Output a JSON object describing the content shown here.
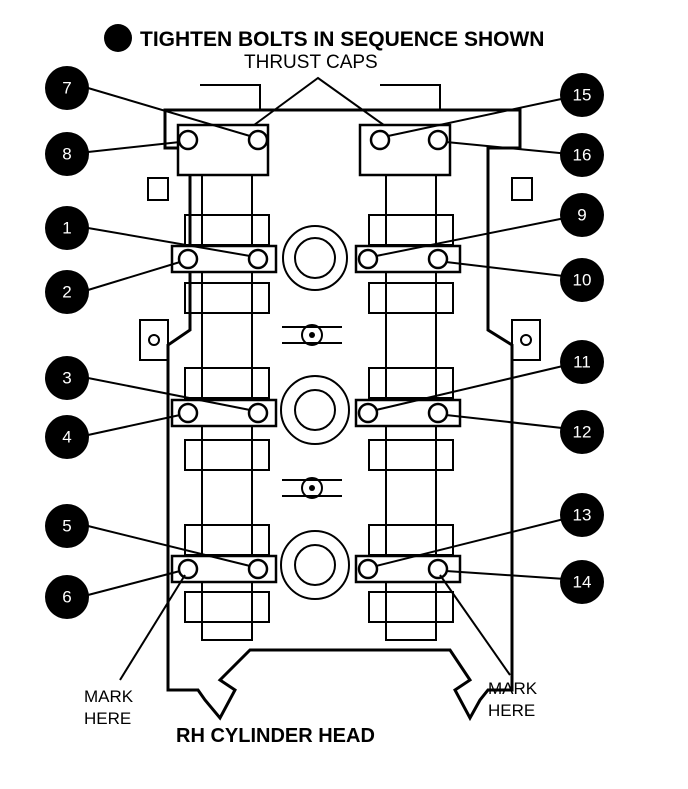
{
  "legend": {
    "marker_color": "#000000",
    "text": "TIGHTEN BOLTS IN SEQUENCE SHOWN"
  },
  "thrust_caps_label": "THRUST CAPS",
  "bolts": [
    {
      "n": "1",
      "side": "left"
    },
    {
      "n": "2",
      "side": "left"
    },
    {
      "n": "3",
      "side": "left"
    },
    {
      "n": "4",
      "side": "left"
    },
    {
      "n": "5",
      "side": "left"
    },
    {
      "n": "6",
      "side": "left"
    },
    {
      "n": "7",
      "side": "left"
    },
    {
      "n": "8",
      "side": "left"
    },
    {
      "n": "9",
      "side": "right"
    },
    {
      "n": "10",
      "side": "right"
    },
    {
      "n": "11",
      "side": "right"
    },
    {
      "n": "12",
      "side": "right"
    },
    {
      "n": "13",
      "side": "right"
    },
    {
      "n": "14",
      "side": "right"
    },
    {
      "n": "15",
      "side": "right"
    },
    {
      "n": "16",
      "side": "right"
    }
  ],
  "mark_left": {
    "line1": "MARK",
    "line2": "HERE"
  },
  "mark_right": {
    "line1": "MARK",
    "line2": "HERE"
  },
  "title": "RH CYLINDER HEAD"
}
